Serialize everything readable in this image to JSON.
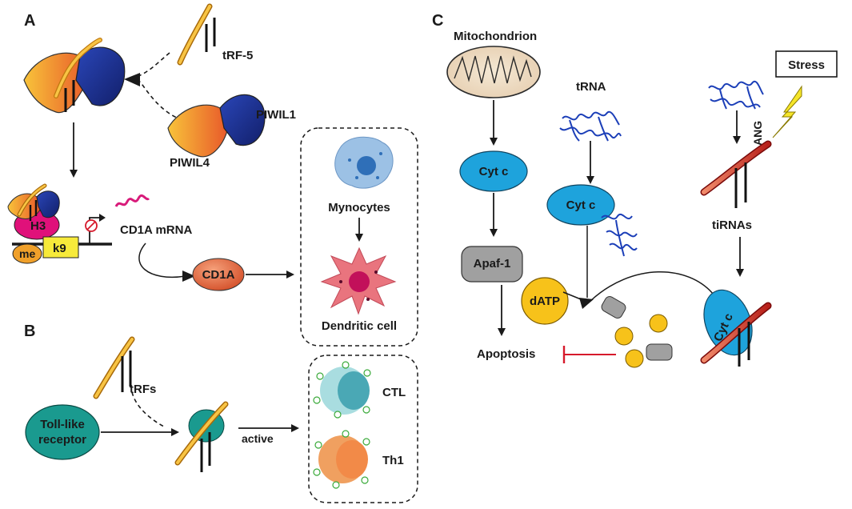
{
  "panels": {
    "a": "A",
    "b": "B",
    "c": "C"
  },
  "panel_a": {
    "trf5": "tRF-5",
    "piwil1": "PIWIL1",
    "piwil4": "PIWIL4",
    "h3": "H3",
    "me": "me",
    "k9": "k9",
    "cd1a_mrna": "CD1A mRNA",
    "cd1a": "CD1A",
    "mynocytes": "Mynocytes",
    "dendritic_cell": "Dendritic cell"
  },
  "panel_b": {
    "trfs": "tRFs",
    "toll_like_line1": "Toll-like",
    "toll_like_line2": "receptor",
    "active": "active",
    "ctl": "CTL",
    "th1": "Th1"
  },
  "panel_c": {
    "mitochondrion": "Mitochondrion",
    "trna": "tRNA",
    "stress": "Stress",
    "ang": "ANG",
    "cyt_c_1": "Cyt c",
    "cyt_c_2": "Cyt c",
    "cyt_c_3": "Cyt c",
    "tirnas": "tiRNAs",
    "apaf1": "Apaf-1",
    "datp": "dATP",
    "apoptosis": "Apoptosis"
  },
  "colors": {
    "piwi_blue": "#1b2f8f",
    "piwi_orange": "#f5a623",
    "trf_orange": "#f0a42a",
    "teal": "#1a9a8f",
    "cyt_c_blue": "#1ea3dc",
    "yellow": "#f7c21a",
    "gray": "#a0a0a0",
    "red_inhibit": "#d6192b",
    "magenta": "#d81b7a",
    "h3_pink": "#e0117a",
    "k9_yellow": "#f7ea3a",
    "dendritic_pink": "#e9747e",
    "monocyte_blue": "#9cc1e5",
    "ctl_cyan": "#a9dde0",
    "th1_orange": "#f0a060",
    "stress_bolt": "#f5e52a"
  }
}
